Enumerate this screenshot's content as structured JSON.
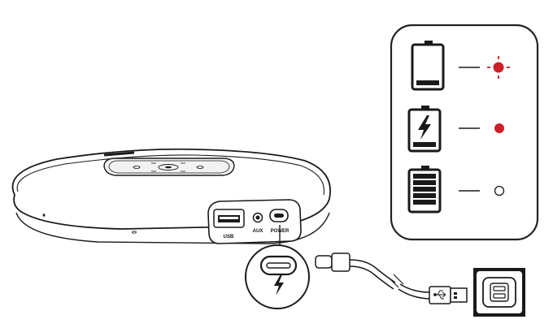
{
  "ports": {
    "usb_label": "USB",
    "aux_label": "AUX",
    "power_label": "POWER"
  },
  "battery_states": [
    {
      "state": "low",
      "indicator": "blinking-red"
    },
    {
      "state": "charging",
      "indicator": "solid-red"
    },
    {
      "state": "full",
      "indicator": "off"
    }
  ],
  "icons": [
    "battery-low-icon",
    "battery-charging-icon",
    "battery-full-icon",
    "lightning-icon",
    "usb-icon",
    "wall-outlet-icon"
  ],
  "colors": {
    "indicator_red": "#cc1f2a",
    "line": "#1a1a1a",
    "panel_border": "#222222"
  }
}
